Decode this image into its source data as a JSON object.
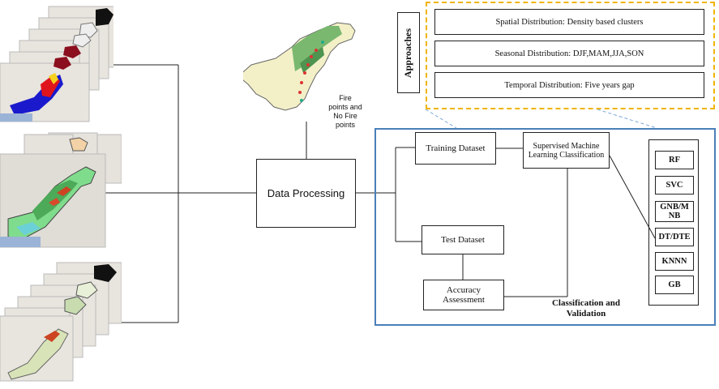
{
  "data_processing": "Data Processing",
  "fire_points_label": "Fire points and No Fire points",
  "approaches": {
    "title": "Approaches",
    "items": [
      "Spatial Distribution: Density based clusters",
      "Seasonal Distribution: DJF,MAM,JJA,SON",
      "Temporal Distribution: Five years gap"
    ]
  },
  "training_dataset": "Training Dataset",
  "test_dataset": "Test Dataset",
  "supervised": "Supervised Machine Learning Classification",
  "accuracy": "Accuracy Assessment",
  "classification_validation": "Classification and Validation",
  "algorithms": [
    "RF",
    "SVC",
    "GNB/M NB",
    "DT/DTE",
    "KNNN",
    "GB"
  ],
  "colors": {
    "approaches_border": "#f0b400",
    "panel_border": "#4a7fb8",
    "dashed_connector": "#7aa6d6",
    "line": "#111111"
  }
}
